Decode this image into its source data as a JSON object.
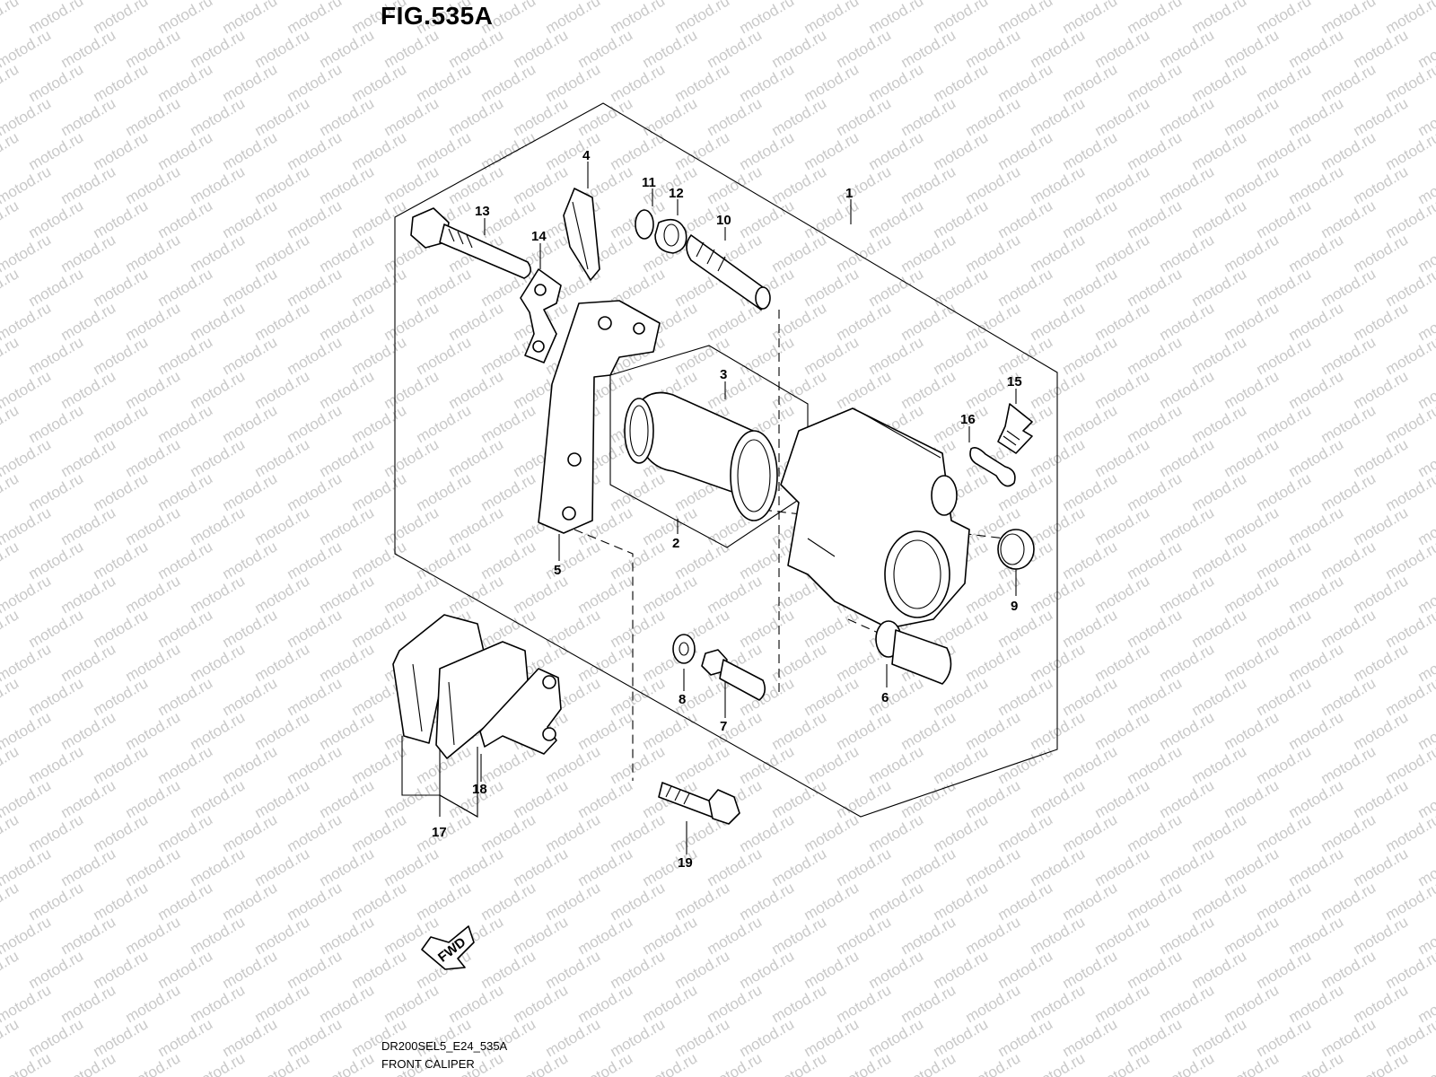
{
  "figure": {
    "title": "FIG.535A",
    "code": "DR200SEL5_E24_535A",
    "name": "FRONT CALIPER"
  },
  "watermark": {
    "text": "motod.ru",
    "color": "#c9c9c9"
  },
  "direction_arrow": {
    "label": "FWD"
  },
  "callouts": {
    "c1": "1",
    "c2": "2",
    "c3": "3",
    "c4": "4",
    "c5": "5",
    "c6": "6",
    "c7": "7",
    "c8": "8",
    "c9": "9",
    "c10": "10",
    "c11": "11",
    "c12": "12",
    "c13": "13",
    "c14": "14",
    "c15": "15",
    "c16": "16",
    "c17": "17",
    "c18": "18",
    "c19": "19"
  }
}
